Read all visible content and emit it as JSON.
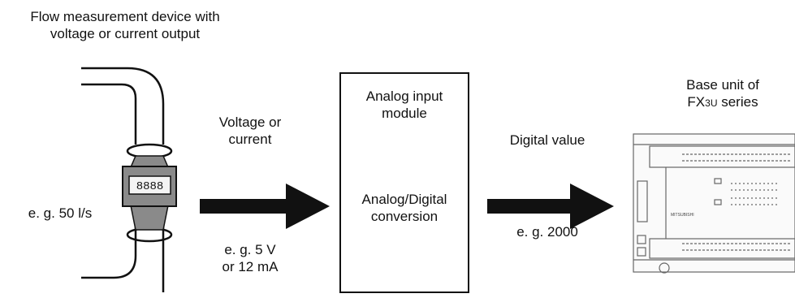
{
  "device_caption": {
    "line1": "Flow measurement device with",
    "line2": "voltage or current output"
  },
  "meter_display": "8888",
  "flow_example": "e. g. 50 l/s",
  "signal_label": {
    "line1": "Voltage or",
    "line2": "current"
  },
  "signal_example": {
    "line1": "e. g. 5 V",
    "line2": "or 12 mA"
  },
  "module": {
    "title_line1": "Analog input",
    "title_line2": "module",
    "function_line1": "Analog/Digital",
    "function_line2": "conversion"
  },
  "digital_label": "Digital value",
  "digital_example": "e. g. 2000",
  "base_unit": {
    "line1": "Base unit of",
    "line2_prefix": "FX",
    "line2_sub": "3U",
    "line2_suffix": " series"
  },
  "plc_brand": "MITSUBISHI",
  "colors": {
    "ink": "#111111",
    "meter_body": "#8a8a8a",
    "plc_outline": "#666666"
  }
}
